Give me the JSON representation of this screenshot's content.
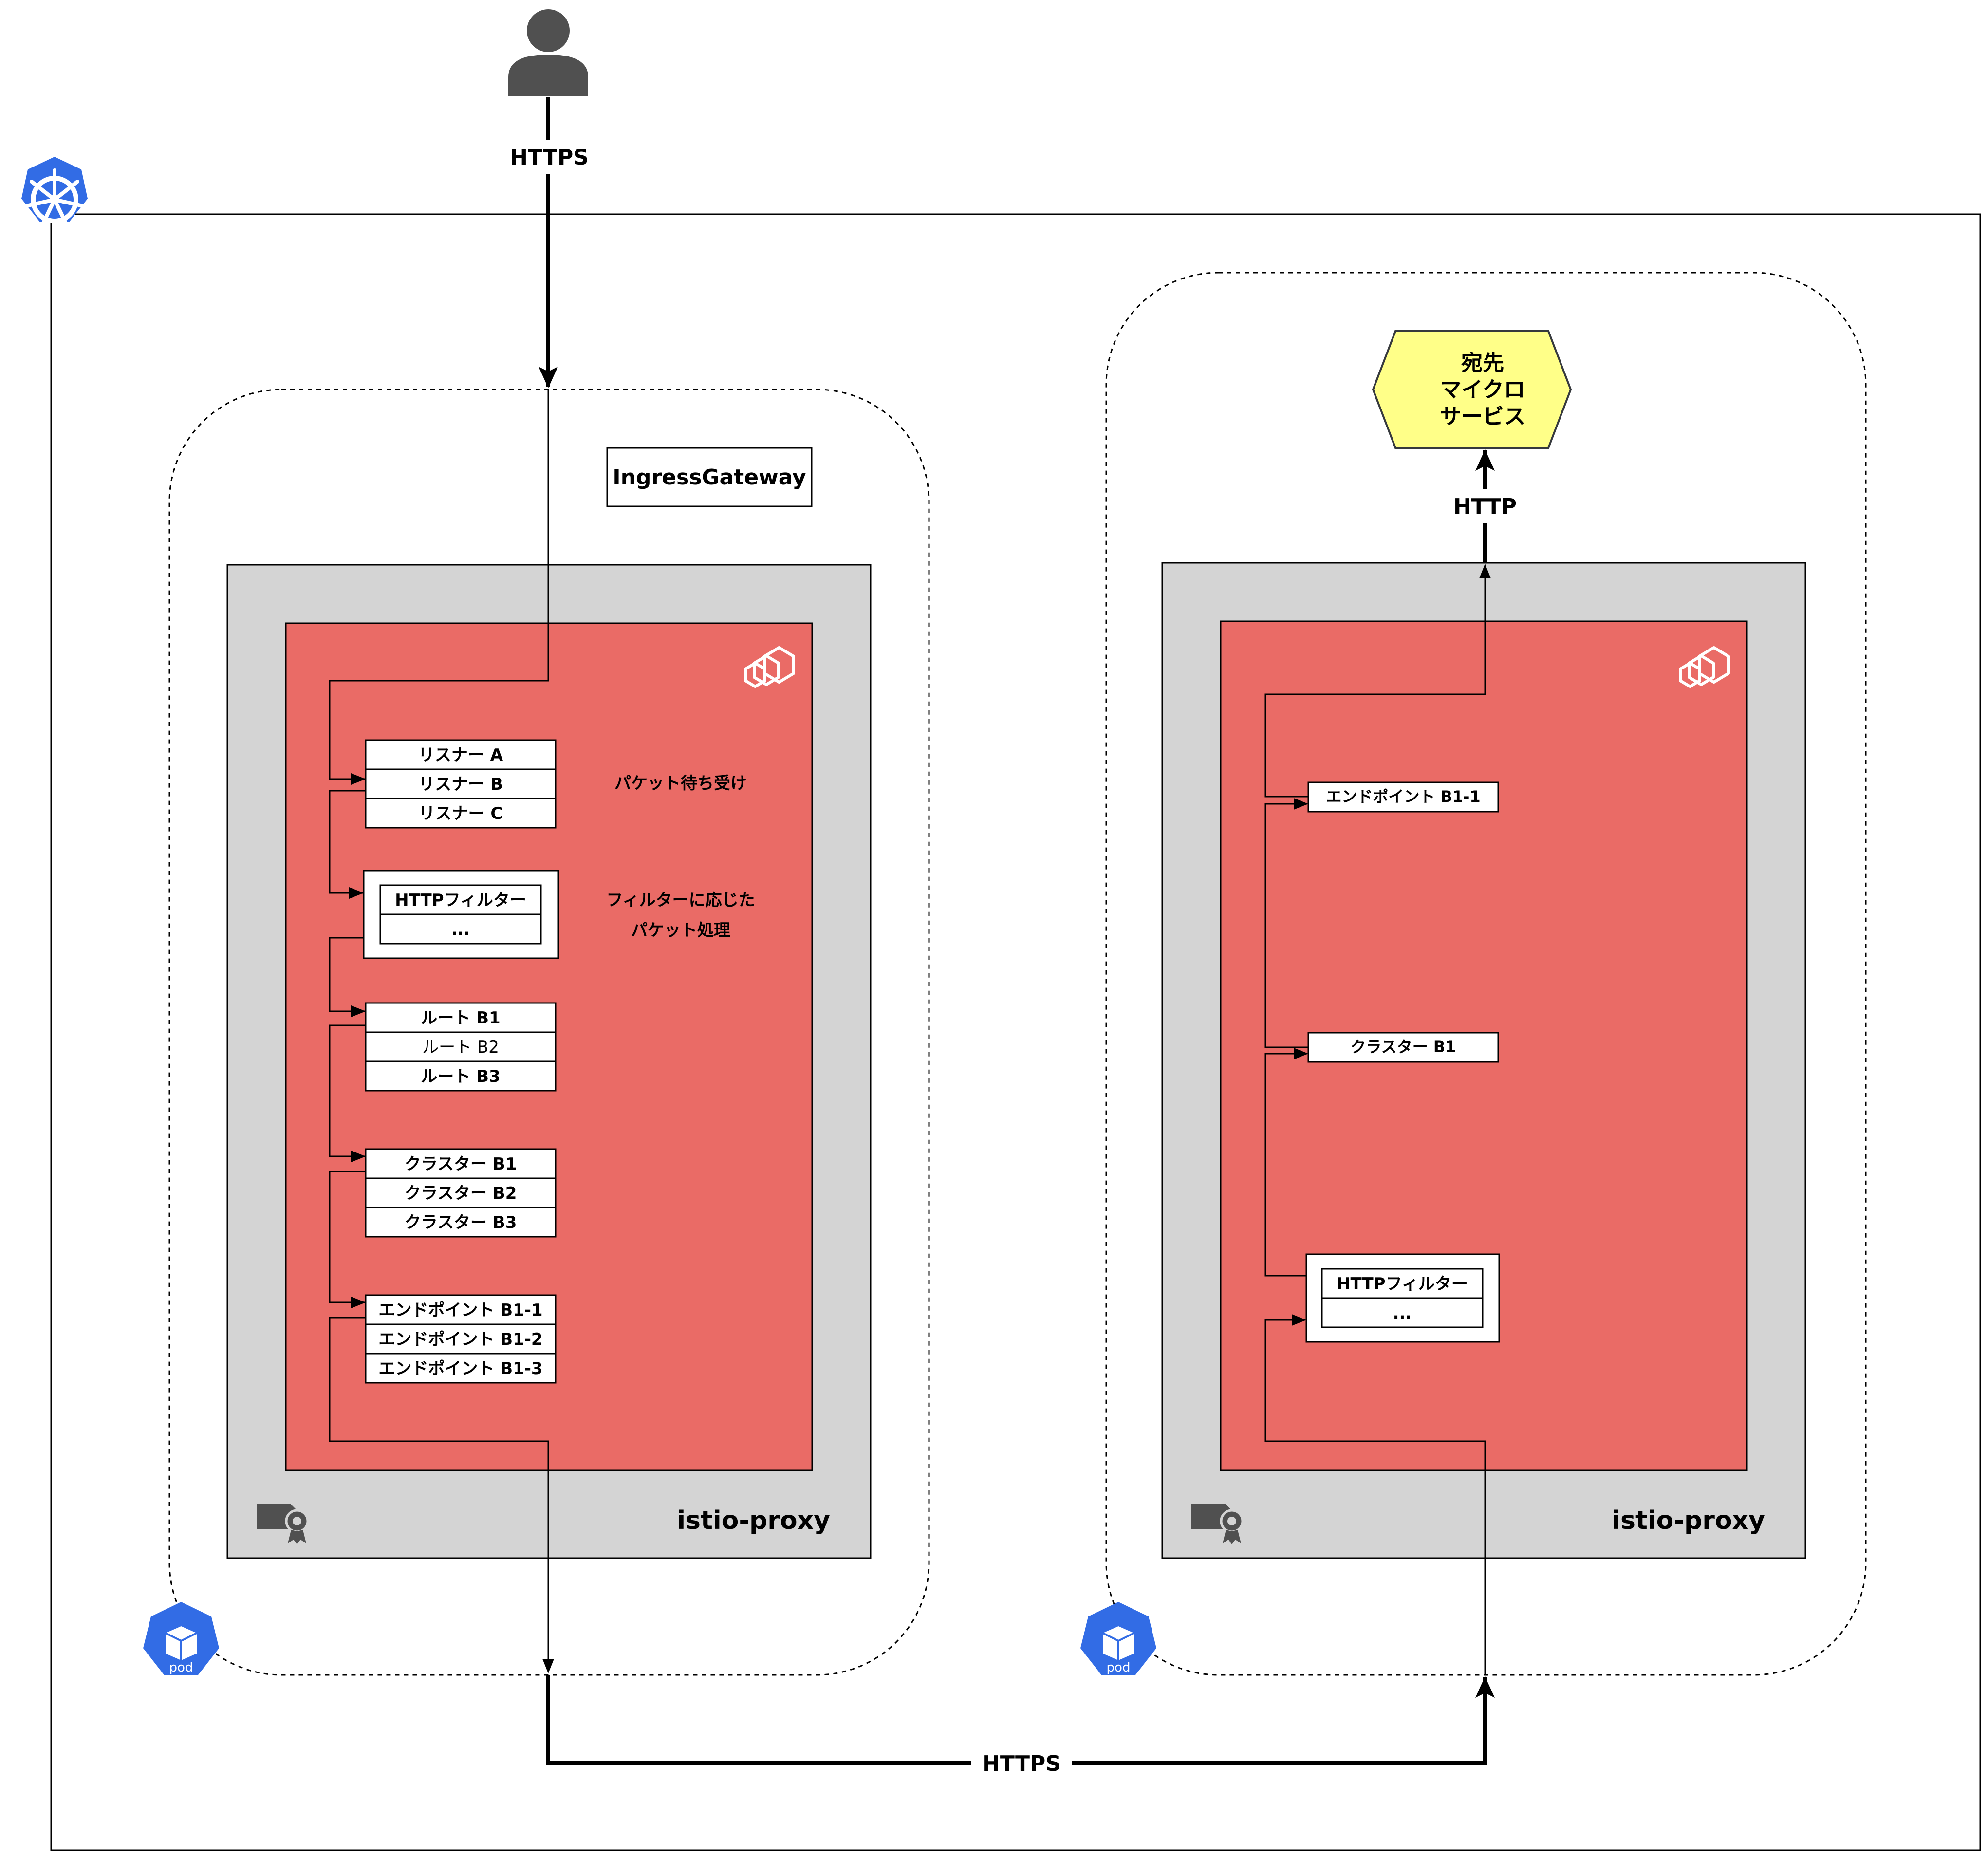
{
  "colors": {
    "proxy_bg": "#d4d4d4",
    "envoy_bg": "#ea6b66",
    "k8s_blue": "#326ce5",
    "service_fill": "#ffff88",
    "service_stroke": "#36393d",
    "user_gray": "#505050"
  },
  "icons": {
    "user": "user-icon",
    "kubernetes": "kubernetes-helm-icon",
    "pod": "kubernetes-pod-icon",
    "envoy": "envoy-icon",
    "certificate": "certificate-icon"
  },
  "protocols": {
    "user_to_gateway": "HTTPS",
    "gateway_to_sidecar": "HTTPS",
    "sidecar_to_service": "HTTP"
  },
  "left_pod": {
    "label": "IngressGateway",
    "pod_badge": "pod",
    "proxy_label": "istio-proxy",
    "listeners": [
      "リスナー A",
      "リスナー B",
      "リスナー C"
    ],
    "listeners_note": "パケット待ち受け",
    "filters": [
      "HTTPフィルター",
      "..."
    ],
    "filters_note": [
      "フィルターに応じた",
      "パケット処理"
    ],
    "routes": [
      "ルート B1",
      "ルート B2",
      "ルート B3"
    ],
    "clusters": [
      "クラスター B1",
      "クラスター B2",
      "クラスター B3"
    ],
    "endpoints": [
      "エンドポイント B1-1",
      "エンドポイント B1-2",
      "エンドポイント B1-3"
    ]
  },
  "right_pod": {
    "pod_badge": "pod",
    "proxy_label": "istio-proxy",
    "endpoint": "エンドポイント B1-1",
    "cluster": "クラスター B1",
    "filters": [
      "HTTPフィルター",
      "..."
    ],
    "service_lines": [
      "宛先",
      "マイクロ",
      "サービス"
    ]
  }
}
